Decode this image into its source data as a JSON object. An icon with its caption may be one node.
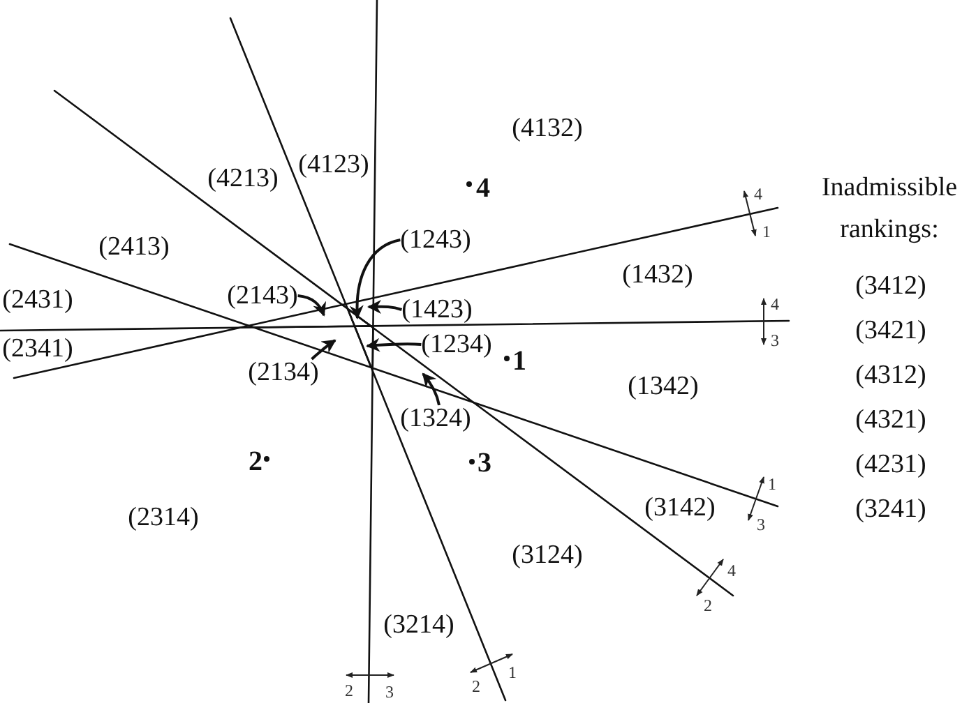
{
  "diagram": {
    "nodes": [
      {
        "text": [
          "(1243)"
        ]
      },
      {
        "text": [
          "(2143)"
        ]
      },
      {
        "text": [
          "(1423)"
        ]
      },
      {
        "text": [
          "(1234)"
        ]
      },
      {
        "text": [
          "(2134)"
        ]
      },
      {
        "text": [
          "(1324)"
        ]
      },
      {
        "text": [],
        "shape": "triangle"
      },
      {
        "text": [],
        "shape": "polygon"
      },
      {
        "text": [],
        "shape": "polygon"
      },
      {
        "text": [],
        "shape": "polygon"
      },
      {
        "text": [],
        "shape": "triangle"
      },
      {
        "text": [],
        "shape": "triangle"
      }
    ],
    "edges": [
      {
        "from": 0,
        "to": 6,
        "arrow": "to"
      },
      {
        "from": 1,
        "to": 7,
        "arrow": "to"
      },
      {
        "from": 2,
        "to": 8,
        "arrow": "to"
      },
      {
        "from": 3,
        "to": 9,
        "arrow": "to"
      },
      {
        "from": 4,
        "to": 10,
        "arrow": "to"
      },
      {
        "from": 5,
        "to": 11,
        "arrow": "to"
      }
    ],
    "labels": [
      "(4132)",
      "(4123)",
      "(4213)",
      "4",
      "(2413)",
      "(1432)",
      "(2431)",
      "(2341)",
      "1",
      "(1342)",
      "2",
      "3",
      "(2314)",
      "(3142)",
      "(3124)",
      "(3214)",
      "4",
      "1",
      "4",
      "3",
      "1",
      "3",
      "4",
      "2",
      "1",
      "2",
      "3",
      "2",
      "Inadmissible rankings:",
      "(3412)",
      "(3421)",
      "(4312)",
      "(4321)",
      "(4231)",
      "(3241)"
    ]
  }
}
